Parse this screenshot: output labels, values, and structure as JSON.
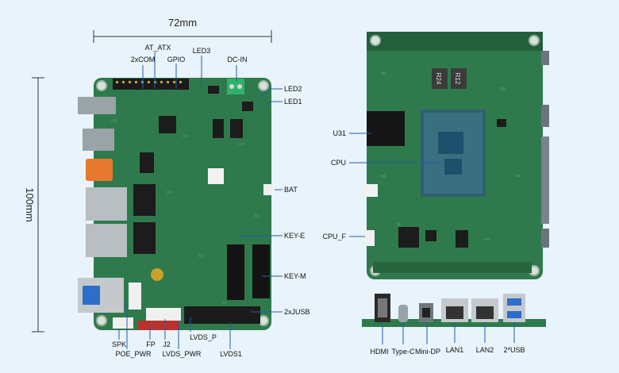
{
  "dimensions": {
    "width": "72mm",
    "height": "100mm"
  },
  "front_labels": {
    "com": "2xCOM",
    "at_atx": "AT_ATX",
    "gpio": "GPIO",
    "led3": "LED3",
    "dc_in": "DC-IN",
    "led2": "LED2",
    "led1": "LED1",
    "bat": "BAT",
    "key_e": "KEY-E",
    "key_m": "KEY-M",
    "jusb": "2xJUSB",
    "spk": "SPK",
    "poe_pwr": "POE_PWR",
    "fp": "FP",
    "j2": "J2",
    "lvds_pwr": "LVDS_PWR",
    "lvds_p": "LVDS_P",
    "lvds1": "LVDS1"
  },
  "back_labels": {
    "u31": "U31",
    "cpu": "CPU",
    "cpu_f": "CPU_F"
  },
  "side_labels": {
    "hdmi": "HDMI",
    "type_c": "Type-C",
    "mini_dp": "Mini-DP",
    "lan1": "LAN1",
    "lan2": "LAN2",
    "usb": "2*USB"
  },
  "board_text": {
    "r24": "R24",
    "r12": "R12"
  },
  "colors": {
    "background": "#e9f3fb",
    "pcb": "#2f7a4c",
    "pcb_dark": "#22603b",
    "leader_line": "#1f5fa8",
    "cpu_die": "#1e4f6c"
  }
}
